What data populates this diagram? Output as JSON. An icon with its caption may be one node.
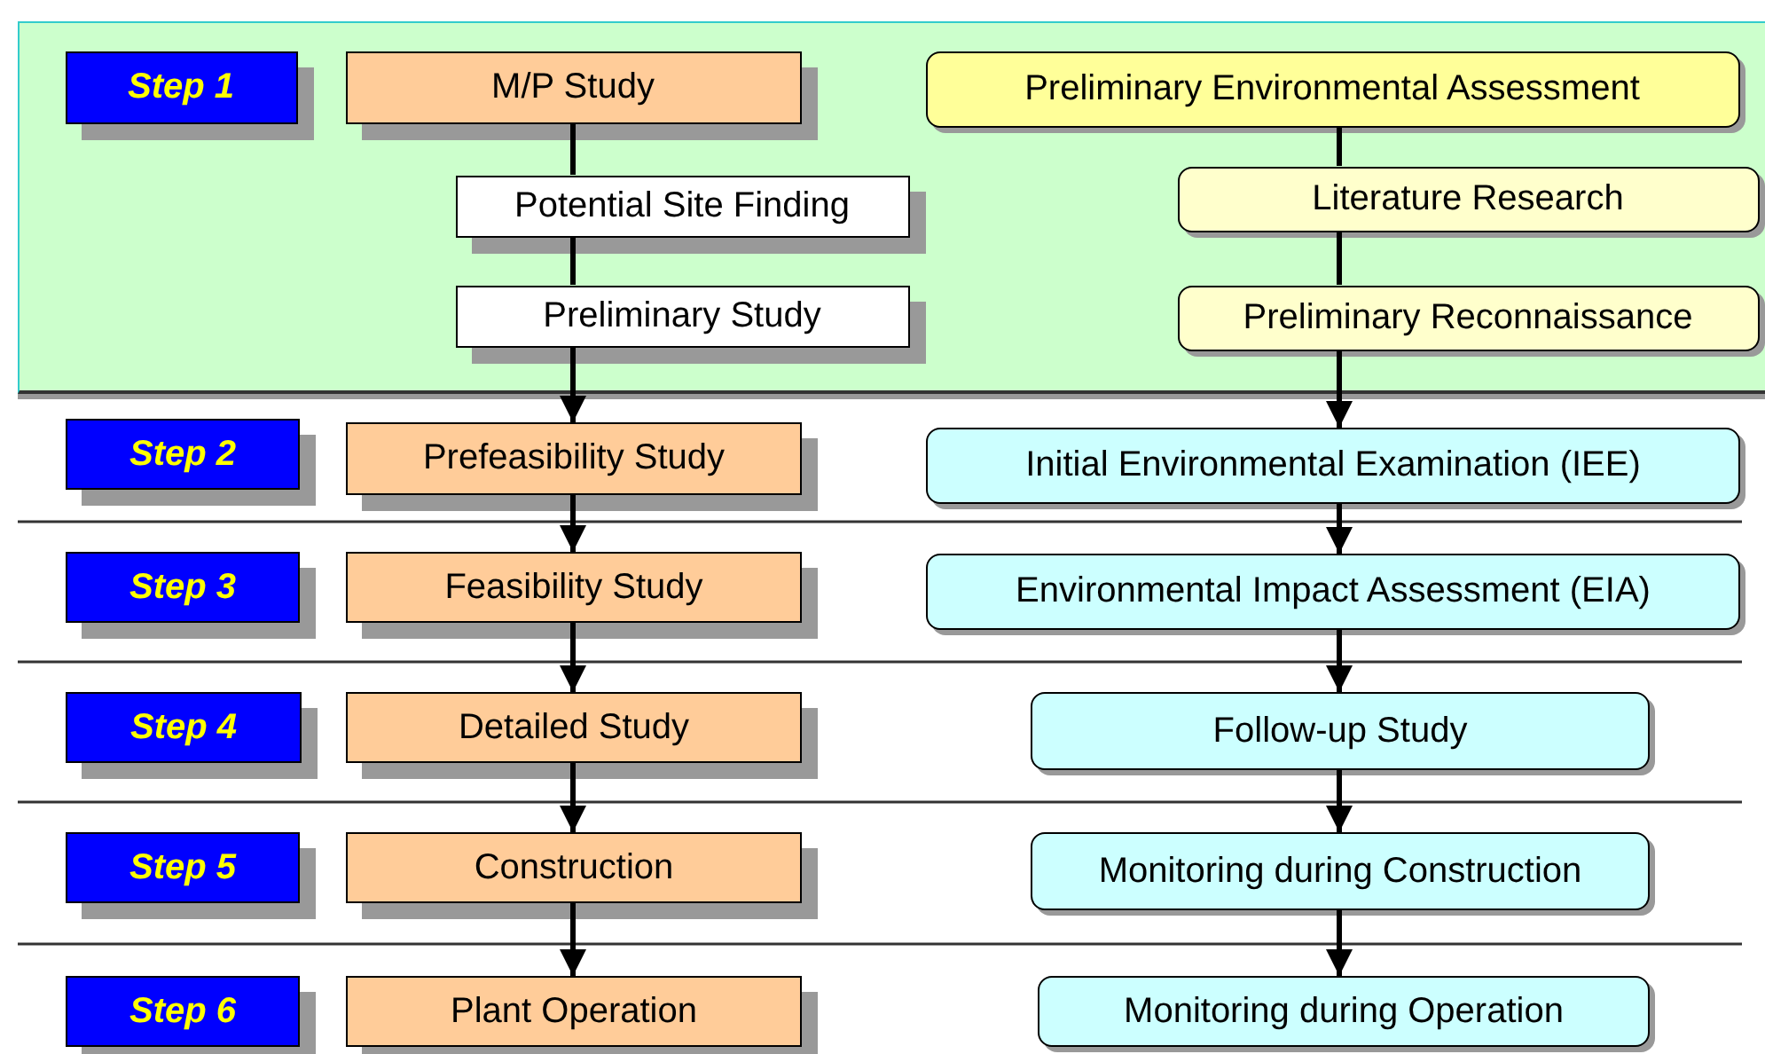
{
  "diagram": {
    "nodes": [
      {
        "text": [],
        "shape": "box"
      },
      {
        "text": [
          "Step 1"
        ],
        "in": 0
      },
      {
        "text": [
          "M/P Study"
        ],
        "in": 0
      },
      {
        "text": [
          "Potential Site Finding"
        ],
        "in": 0
      },
      {
        "text": [
          "Preliminary Study"
        ],
        "in": 0
      },
      {
        "text": [
          "Preliminary Environmental Assessment"
        ],
        "in": 0
      },
      {
        "text": [
          "Literature Research"
        ],
        "in": 0
      },
      {
        "text": [
          "Preliminary Reconnaissance"
        ],
        "in": 0
      },
      {
        "text": [
          "Step 2"
        ]
      },
      {
        "text": [
          "Prefeasibility Study"
        ]
      },
      {
        "text": [
          "Initial Environmental Examination (IEE)"
        ]
      },
      {
        "text": [
          "Step 3"
        ]
      },
      {
        "text": [
          "Feasibility Study"
        ]
      },
      {
        "text": [
          "Environmental Impact Assessment (EIA)"
        ]
      },
      {
        "text": [
          "Step 4"
        ]
      },
      {
        "text": [
          "Detailed Study"
        ]
      },
      {
        "text": [
          "Follow-up Study"
        ]
      },
      {
        "text": [
          "Step 5"
        ]
      },
      {
        "text": [
          "Construction"
        ]
      },
      {
        "text": [
          "Monitoring during Construction"
        ]
      },
      {
        "text": [
          "Step 6"
        ]
      },
      {
        "text": [
          "Plant Operation"
        ]
      },
      {
        "text": [
          "Monitoring during Operation"
        ]
      }
    ],
    "edges": [
      {
        "from": 2,
        "to": 3,
        "arrow": "none"
      },
      {
        "from": 3,
        "to": 4,
        "arrow": "none"
      },
      {
        "from": 4,
        "to": 9,
        "arrow": "to"
      },
      {
        "from": 9,
        "to": 12,
        "arrow": "to"
      },
      {
        "from": 12,
        "to": 15,
        "arrow": "to"
      },
      {
        "from": 15,
        "to": 18,
        "arrow": "to"
      },
      {
        "from": 18,
        "to": 21,
        "arrow": "to"
      },
      {
        "from": 5,
        "to": 6,
        "arrow": "none"
      },
      {
        "from": 6,
        "to": 7,
        "arrow": "none"
      },
      {
        "from": 7,
        "to": 10,
        "arrow": "to"
      },
      {
        "from": 10,
        "to": 13,
        "arrow": "to"
      },
      {
        "from": 13,
        "to": 16,
        "arrow": "to"
      },
      {
        "from": 16,
        "to": 19,
        "arrow": "to"
      },
      {
        "from": 19,
        "to": 22,
        "arrow": "to"
      }
    ]
  }
}
